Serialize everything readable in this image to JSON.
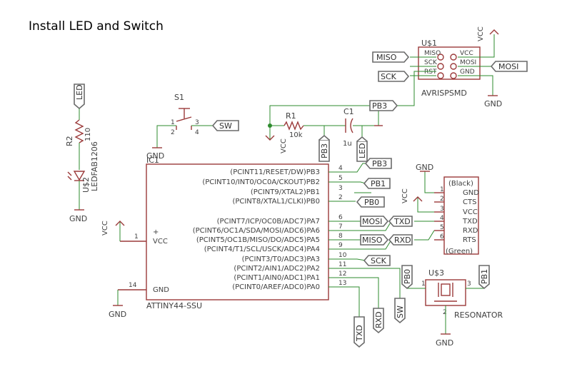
{
  "title": "Install LED and Switch",
  "ic1": {
    "name": "IC1",
    "value": "ATTINY44-SSU",
    "pins": [
      {
        "num": "4",
        "label": "(PCINT11/RESET/DW)PB3",
        "net": "PB3"
      },
      {
        "num": "5",
        "label": "(PCINT10/INT0/OC0A/CKOUT)PB2",
        "net": "PB1"
      },
      {
        "num": "3",
        "label": "(PCINT9/XTAL2)PB1",
        "net": ""
      },
      {
        "num": "2",
        "label": "(PCINT8/XTAL1/CLKI)PB0",
        "net": "PB0"
      },
      {
        "num": "6",
        "label": "(PCINT7/ICP/OC0B/ADC7)PA7",
        "net": "MOSI"
      },
      {
        "num": "7",
        "label": "(PCINT6/OC1A/SDA/MOSI/ADC6)PA6",
        "net": "TXD"
      },
      {
        "num": "8",
        "label": "(PCINT5/OC1B/MISO/DO/ADC5)PA5",
        "net": "MISO"
      },
      {
        "num": "9",
        "label": "(PCINT4/T1/SCL/USCK/ADC4)PA4",
        "net": "RXD"
      },
      {
        "num": "10",
        "label": "(PCINT3/T0/ADC3)PA3",
        "net": "SCK"
      },
      {
        "num": "11",
        "label": "(PCINT2/AIN1/ADC2)PA2",
        "net": ""
      },
      {
        "num": "12",
        "label": "(PCINT1/AIN0/ADC1)PA1",
        "net": ""
      },
      {
        "num": "13",
        "label": "(PCINT0/AREF/ADC0)PA0",
        "net": ""
      }
    ],
    "vcc_pin": "1",
    "vcc_label": "VCC",
    "gnd_pin": "14",
    "gnd_label": "GND",
    "plus": "+"
  },
  "u1": {
    "name": "U$1",
    "value": "AVRISPSMD",
    "left": [
      "MISO",
      "SCK",
      "RST"
    ],
    "right": [
      "VCC",
      "MOSI",
      "GND"
    ]
  },
  "u2": {
    "name": "U$2",
    "value": "LEDFAB1206"
  },
  "u3": {
    "name": "U$3",
    "value": "RESONATOR",
    "pins": [
      "1",
      "2",
      "3"
    ]
  },
  "r1": {
    "name": "R1",
    "value": "10k"
  },
  "r2": {
    "name": "R2",
    "value": "110"
  },
  "c1": {
    "name": "C1",
    "value": "1u"
  },
  "s1": {
    "name": "S1",
    "pins": [
      "1",
      "2",
      "3",
      "4"
    ]
  },
  "ftdi": {
    "top_label": "(Black)",
    "bottom_label": "(Green)",
    "pins": [
      {
        "num": "1",
        "label": "GND"
      },
      {
        "num": "2",
        "label": "CTS"
      },
      {
        "num": "3",
        "label": "VCC"
      },
      {
        "num": "4",
        "label": "TXD"
      },
      {
        "num": "5",
        "label": "RXD"
      },
      {
        "num": "6",
        "label": "RTS"
      }
    ]
  },
  "nets": {
    "gnd": "GND",
    "vcc": "VCC",
    "led": "LED",
    "sw": "SW",
    "pb3": "PB3",
    "pb1": "PB1",
    "pb0": "PB0",
    "mosi": "MOSI",
    "miso": "MISO",
    "sck": "SCK",
    "txd": "TXD",
    "rxd": "RXD"
  }
}
